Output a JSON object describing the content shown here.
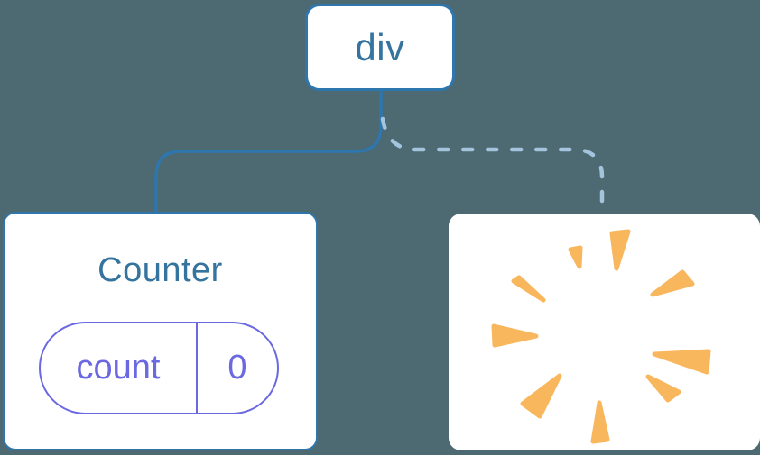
{
  "diagram": {
    "description": "component-tree-diagram",
    "root_node": {
      "label": "div"
    },
    "counter_node": {
      "title": "Counter",
      "state_pill": {
        "name": "count",
        "value": "0"
      }
    },
    "destroyed_node": {
      "icon": "poof-icon"
    },
    "connections": {
      "root_to_counter": "solid",
      "root_to_destroyed": "dashed"
    },
    "colors": {
      "background_color": "#4D6972",
      "node_background": "#FFFFFF",
      "node_border_blue": "#2E76AE",
      "node_text_blue": "#35749F",
      "solid_connector": "#2E76AE",
      "dashed_connector": "#A3C4DC",
      "state_accent_indigo": "#6A69E2",
      "poof_orange": "#F9B75D"
    }
  }
}
